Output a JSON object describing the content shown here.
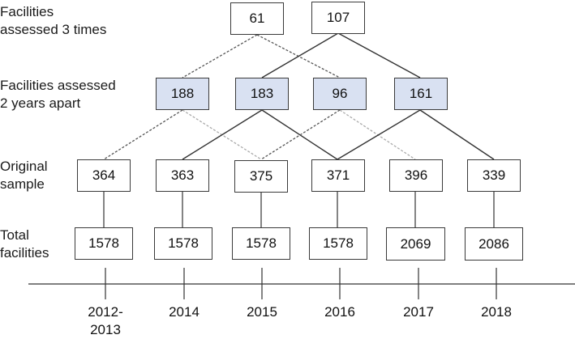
{
  "row_labels": {
    "three_times": [
      "Facilities",
      "assessed 3 times"
    ],
    "two_years": [
      "Facilities assessed",
      "2 years apart"
    ],
    "original": [
      "Original",
      "sample"
    ],
    "total": [
      "Total",
      "facilities"
    ]
  },
  "three_times": [
    {
      "value": "61",
      "line_style": "dashed"
    },
    {
      "value": "107",
      "line_style": "solid"
    }
  ],
  "two_years": [
    {
      "value": "188",
      "color": "#d9e1f2"
    },
    {
      "value": "183",
      "color": "#d9e1f2"
    },
    {
      "value": "96",
      "color": "#d9e1f2"
    },
    {
      "value": "161",
      "color": "#d9e1f2"
    }
  ],
  "original_sample": [
    {
      "value": "364"
    },
    {
      "value": "363"
    },
    {
      "value": "375"
    },
    {
      "value": "371"
    },
    {
      "value": "396"
    },
    {
      "value": "339"
    }
  ],
  "total_facilities": [
    {
      "value": "1578"
    },
    {
      "value": "1578"
    },
    {
      "value": "1578"
    },
    {
      "value": "1578"
    },
    {
      "value": "2069"
    },
    {
      "value": "2086"
    }
  ],
  "years": [
    {
      "line1": "2012-",
      "line2": "2013"
    },
    {
      "line1": "2014",
      "line2": ""
    },
    {
      "line1": "2015",
      "line2": ""
    },
    {
      "line1": "2016",
      "line2": ""
    },
    {
      "line1": "2017",
      "line2": ""
    },
    {
      "line1": "2018",
      "line2": ""
    }
  ]
}
